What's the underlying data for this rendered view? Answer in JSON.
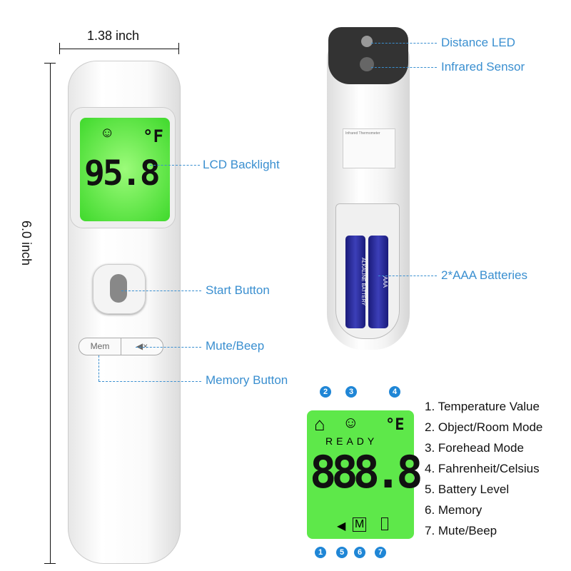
{
  "dimensions": {
    "width": "1.38 inch",
    "height": "6.0 inch"
  },
  "front": {
    "reading": "95.8",
    "unit": "°F",
    "mem_label": "Mem"
  },
  "callouts": {
    "lcd": "LCD Backlight",
    "start": "Start Button",
    "mute": "Mute/Beep",
    "memory": "Memory Button",
    "led": "Distance LED",
    "sensor": "Infrared Sensor",
    "batteries": "2*AAA Batteries"
  },
  "back": {
    "label_title": "Infrared Thermometer",
    "battery_brand": "ALKALINE BATTERY",
    "battery_size": "AAA"
  },
  "lcd_diagram": {
    "ready": "READY",
    "digits": "888.8",
    "unit": "°E",
    "mem": "M",
    "markers": [
      "1",
      "2",
      "3",
      "4",
      "5",
      "6",
      "7"
    ]
  },
  "legend": [
    "1. Temperature Value",
    "2. Object/Room Mode",
    "3. Forehead Mode",
    "4. Fahrenheit/Celsius",
    "5. Battery Level",
    "6. Memory",
    "7. Mute/Beep"
  ],
  "colors": {
    "accent": "#3a8fd0",
    "lcd": "#5ee84a"
  }
}
